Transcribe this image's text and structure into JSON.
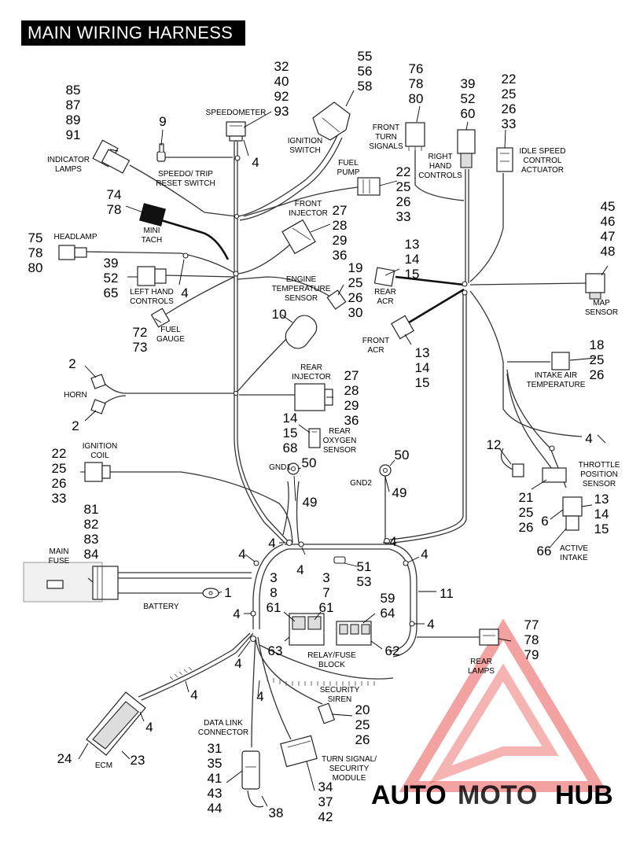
{
  "title": "MAIN WIRING HARNESS",
  "labels": {
    "indicator_lamps": [
      "INDICATOR",
      "LAMPS"
    ],
    "speedo_reset": [
      "SPEEDO/ TRIP",
      "RESET SWITCH"
    ],
    "speedometer": [
      "SPEEDOMETER"
    ],
    "ignition_switch": [
      "IGNITION",
      "SWITCH"
    ],
    "front_turn": [
      "FRONT",
      "TURN",
      "SIGNALS"
    ],
    "right_hand": [
      "RIGHT",
      "HAND",
      "CONTROLS"
    ],
    "idle_speed": [
      "IDLE SPEED",
      "CONTROL",
      "ACTUATOR"
    ],
    "fuel_pump": [
      "FUEL",
      "PUMP"
    ],
    "mini_tach": [
      "MINI",
      "TACH"
    ],
    "front_injector": [
      "FRONT",
      "INJECTOR"
    ],
    "headlamp": [
      "HEADLAMP"
    ],
    "left_hand": [
      "LEFT HAND",
      "CONTROLS"
    ],
    "engine_temp": [
      "ENGINE",
      "TEMPERATURE",
      "SENSOR"
    ],
    "rear_acr": [
      "REAR",
      "ACR"
    ],
    "front_acr": [
      "FRONT",
      "ACR"
    ],
    "map_sensor": [
      "MAP",
      "SENSOR"
    ],
    "fuel_gauge": [
      "FUEL",
      "GAUGE"
    ],
    "intake_air": [
      "INTAKE AIR",
      "TEMPERATURE"
    ],
    "horn": [
      "HORN"
    ],
    "rear_injector": [
      "REAR",
      "INJECTOR"
    ],
    "rear_oxygen": [
      "REAR",
      "OXYGEN",
      "SENSOR"
    ],
    "ignition_coil": [
      "IGNITION",
      "COIL"
    ],
    "gnd1": [
      "GND1"
    ],
    "gnd2": [
      "GND2"
    ],
    "throttle_pos": [
      "THROTTLE",
      "POSITION",
      "SENSOR"
    ],
    "main_fuse": [
      "MAIN",
      "FUSE"
    ],
    "battery": [
      "BATTERY"
    ],
    "active_intake": [
      "ACTIVE",
      "INTAKE"
    ],
    "relay_fuse": [
      "RELAY/FUSE",
      "BLOCK"
    ],
    "rear_lamps": [
      "REAR",
      "LAMPS"
    ],
    "security_siren": [
      "SECURITY",
      "SIREN"
    ],
    "data_link": [
      "DATA LINK",
      "CONNECTOR"
    ],
    "turn_signal_module": [
      "TURN SIGNAL/",
      "SECURITY",
      "MODULE"
    ],
    "ecm": [
      "ECM"
    ]
  },
  "callouts": {
    "c_85": [
      "85",
      "87",
      "89",
      "91"
    ],
    "c_9": [
      "9"
    ],
    "c_32": [
      "32",
      "40",
      "92",
      "93"
    ],
    "c_4_speedo": [
      "4"
    ],
    "c_55": [
      "55",
      "56",
      "58"
    ],
    "c_76": [
      "76",
      "78",
      "80"
    ],
    "c_39r": [
      "39",
      "52",
      "60"
    ],
    "c_22isc": [
      "22",
      "25",
      "26",
      "33"
    ],
    "c_22fp": [
      "22",
      "25",
      "26",
      "33"
    ],
    "c_74": [
      "74",
      "78"
    ],
    "c_27fi": [
      "27",
      "28",
      "29",
      "36"
    ],
    "c_75": [
      "75",
      "78",
      "80"
    ],
    "c_13r": [
      "13",
      "14",
      "15"
    ],
    "c_45": [
      "45",
      "46",
      "47",
      "48"
    ],
    "c_39l": [
      "39",
      "52",
      "65"
    ],
    "c_4_left": [
      "4"
    ],
    "c_19": [
      "19",
      "25",
      "26",
      "30"
    ],
    "c_72": [
      "72",
      "73"
    ],
    "c_10": [
      "10"
    ],
    "c_13f": [
      "13",
      "14",
      "15"
    ],
    "c_18": [
      "18",
      "25",
      "26"
    ],
    "c_2a": [
      "2"
    ],
    "c_2b": [
      "2"
    ],
    "c_27ri": [
      "27",
      "28",
      "29",
      "36"
    ],
    "c_14o": [
      "14",
      "15",
      "68"
    ],
    "c_22ic": [
      "22",
      "25",
      "26",
      "33"
    ],
    "c_50a": [
      "50"
    ],
    "c_49a": [
      "49"
    ],
    "c_50b": [
      "50"
    ],
    "c_49b": [
      "49"
    ],
    "c_12": [
      "12"
    ],
    "c_4_tps": [
      "4"
    ],
    "c_21": [
      "21",
      "25",
      "26"
    ],
    "c_13ai": [
      "13",
      "14",
      "15"
    ],
    "c_6": [
      "6"
    ],
    "c_66": [
      "66"
    ],
    "c_81": [
      "81",
      "82",
      "83",
      "84"
    ],
    "c_1": [
      "1"
    ],
    "c_4_a": [
      "4"
    ],
    "c_4_b": [
      "4"
    ],
    "c_4_c": [
      "4"
    ],
    "c_4_d": [
      "4"
    ],
    "c_4_e": [
      "4"
    ],
    "c_4_f": [
      "4"
    ],
    "c_4_g": [
      "4"
    ],
    "c_4_h": [
      "4"
    ],
    "c_4_i": [
      "4"
    ],
    "c_4_j": [
      "4"
    ],
    "c_4_k": [
      "4"
    ],
    "c_3a": [
      "3",
      "8",
      "61"
    ],
    "c_3b": [
      "3",
      "7",
      "61"
    ],
    "c_51": [
      "51",
      "53"
    ],
    "c_59": [
      "59",
      "64"
    ],
    "c_11": [
      "11"
    ],
    "c_63": [
      "63"
    ],
    "c_62": [
      "62"
    ],
    "c_77": [
      "77",
      "78",
      "79"
    ],
    "c_20": [
      "20",
      "25",
      "26"
    ],
    "c_24": [
      "24"
    ],
    "c_23": [
      "23"
    ],
    "c_31": [
      "31",
      "35",
      "41",
      "43",
      "44"
    ],
    "c_34": [
      "34",
      "37",
      "42"
    ],
    "c_38": [
      "38"
    ]
  },
  "watermark": {
    "auto": "AUTO",
    "moto": "MOTO",
    "hub": "HUB"
  },
  "colors": {
    "title_bg": "#000000",
    "title_fg": "#ffffff",
    "watermark_red": "#e53935",
    "watermark_gold": "#f2b23a",
    "watermark_gray": "#6b6b6b"
  }
}
